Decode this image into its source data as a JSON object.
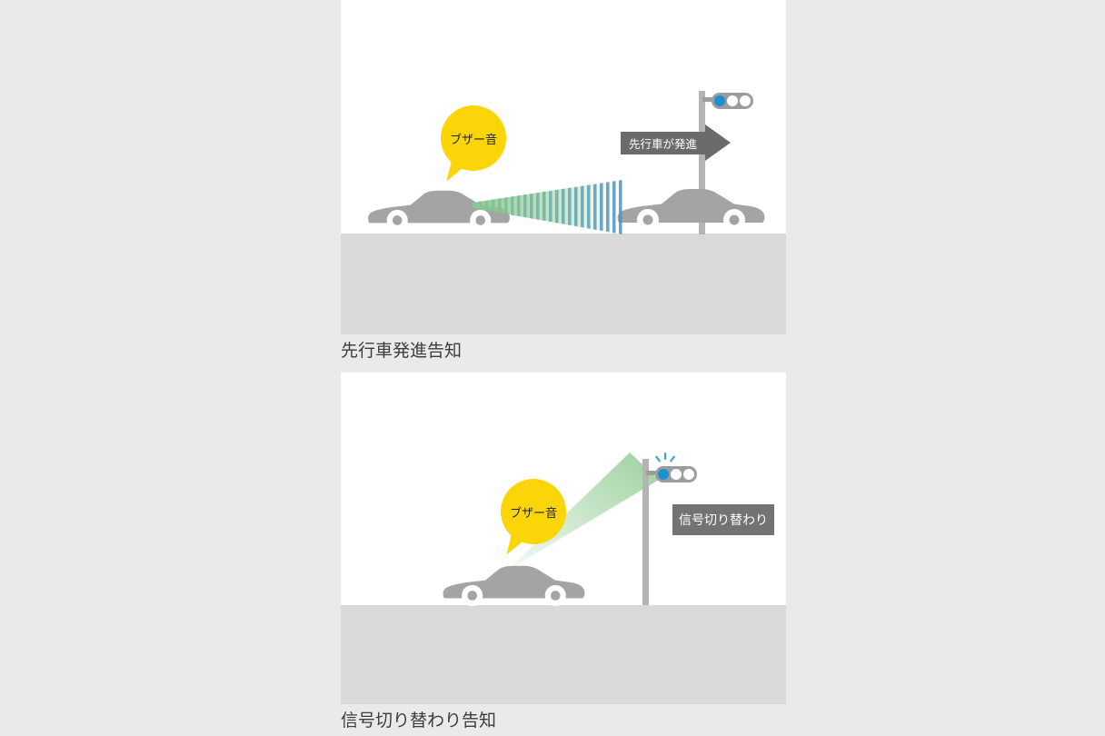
{
  "panels": [
    {
      "caption": "先行車発進告知",
      "bubble": "ブザー音",
      "arrow_label": "先行車が発進"
    },
    {
      "caption": "信号切り替わり告知",
      "bubble": "ブザー音",
      "sign_label": "信号切り替わり"
    }
  ],
  "colors": {
    "page_bg": "#e9eaea",
    "panel_bg": "#ffffff",
    "road_gray": "#d9d9d9",
    "car_gray": "#a4a4a4",
    "bubble_yellow": "#fbd508",
    "label_gray": "#6b6b6b",
    "signal_blue": "#1d8fd1",
    "beam_green": "#8cc88e",
    "stripe_blue": "#4a90c8"
  }
}
